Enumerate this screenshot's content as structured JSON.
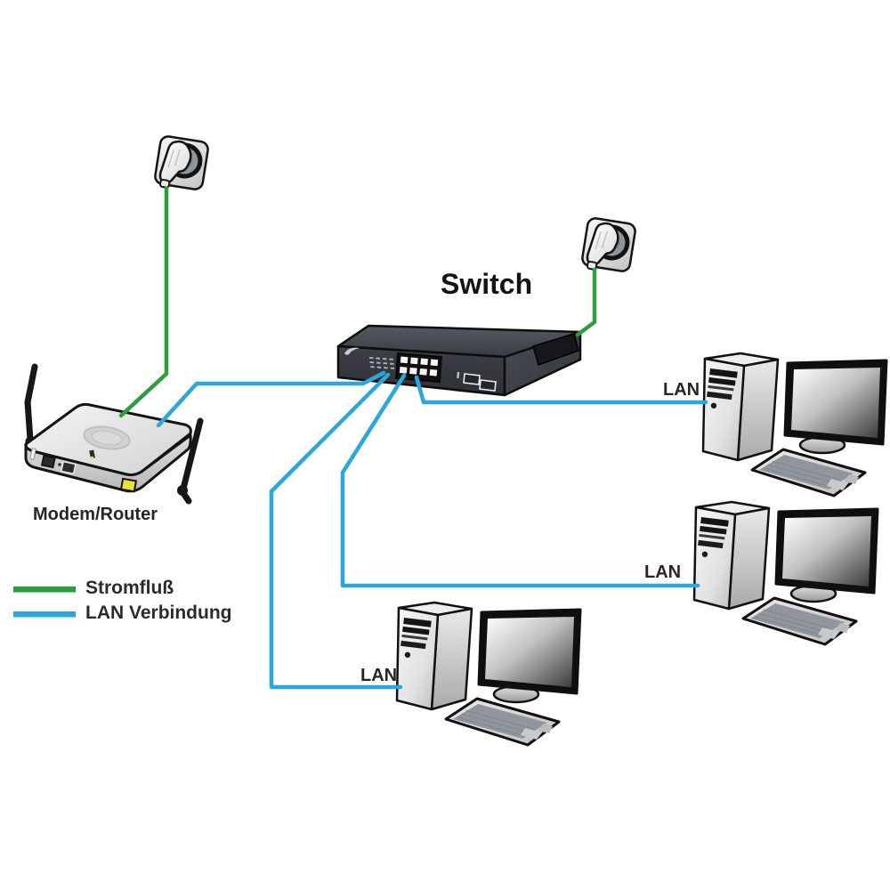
{
  "diagram": {
    "title": "Switch",
    "labels": {
      "modem": "Modem/Router",
      "lan_pc1": "LAN",
      "lan_pc2": "LAN",
      "lan_pc3": "LAN"
    },
    "legend": {
      "items": [
        {
          "label": "Stromfluß",
          "color": "#2d9e40"
        },
        {
          "label": "LAN Verbindung",
          "color": "#2ba7dd"
        }
      ]
    },
    "colors": {
      "power_line": "#2d9e40",
      "lan_line": "#2ba7dd"
    }
  }
}
